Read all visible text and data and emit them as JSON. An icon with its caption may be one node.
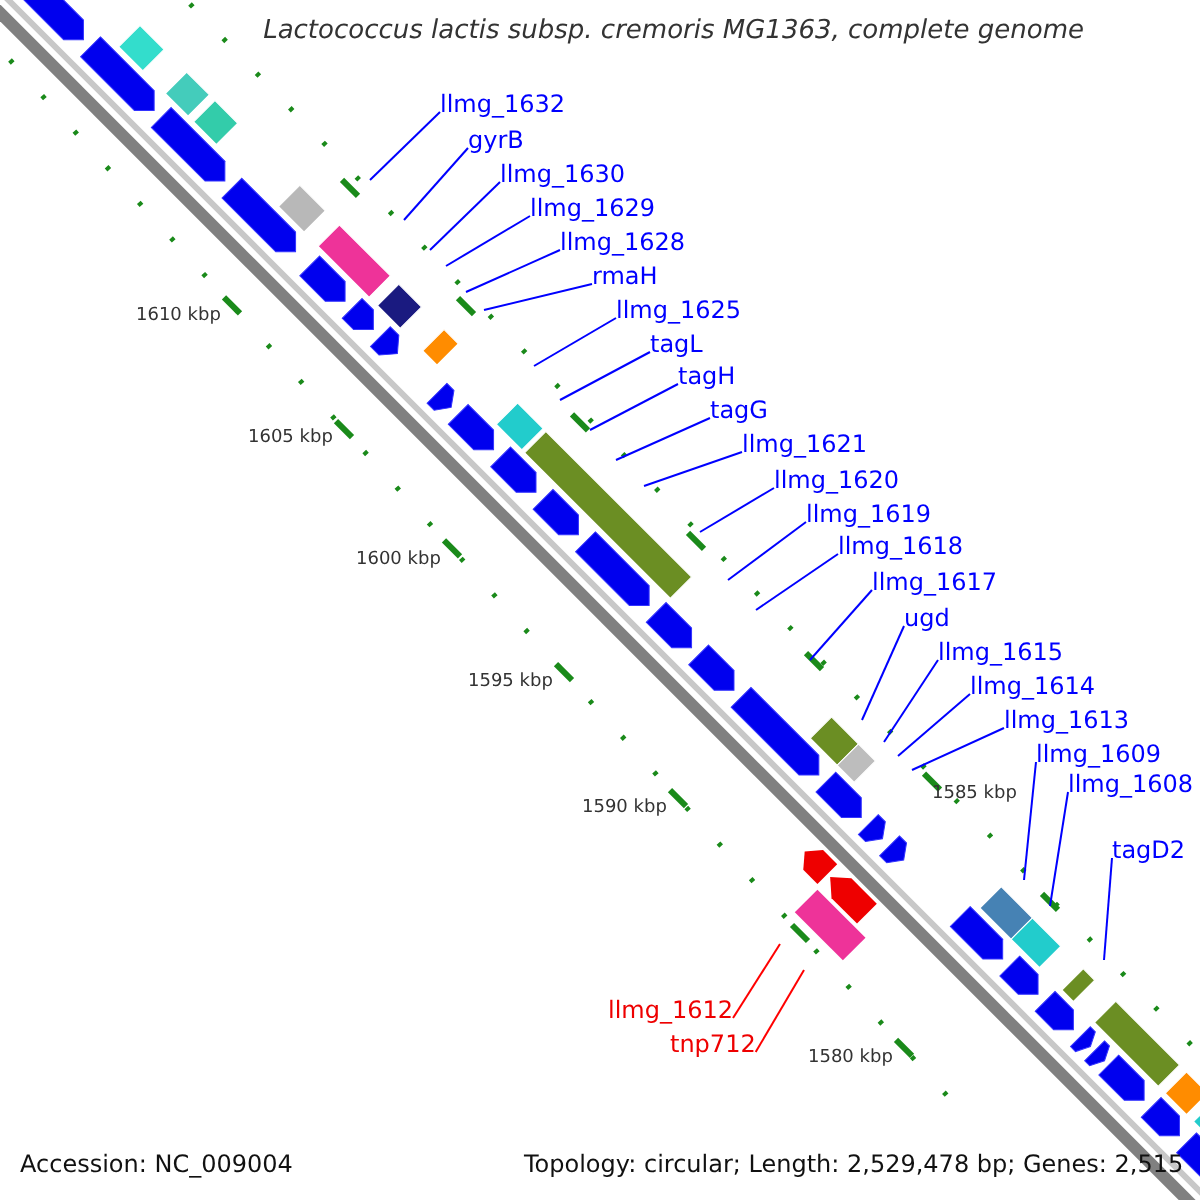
{
  "diagram": {
    "title": "Lactococcus lactis subsp. cremoris MG1363, complete genome",
    "nodes": [
      {
        "text": [
          "llmg_1632"
        ]
      },
      {
        "text": [
          "gyrB"
        ]
      },
      {
        "text": [
          "llmg_1630"
        ]
      },
      {
        "text": [
          "llmg_1629"
        ]
      },
      {
        "text": [
          "llmg_1628"
        ]
      },
      {
        "text": [
          "rmaH"
        ]
      },
      {
        "text": [
          "llmg_1625"
        ]
      },
      {
        "text": [
          "tagL"
        ]
      },
      {
        "text": [
          "tagH"
        ]
      },
      {
        "text": [
          "tagG"
        ]
      },
      {
        "text": [
          "llmg_1621"
        ]
      },
      {
        "text": [
          "llmg_1620"
        ]
      },
      {
        "text": [
          "llmg_1619"
        ]
      },
      {
        "text": [
          "llmg_1618"
        ]
      },
      {
        "text": [
          "llmg_1617"
        ]
      },
      {
        "text": [
          "ugd"
        ]
      },
      {
        "text": [
          "llmg_1615"
        ]
      },
      {
        "text": [
          "llmg_1614"
        ]
      },
      {
        "text": [
          "llmg_1613"
        ]
      },
      {
        "text": [
          "llmg_1609"
        ]
      },
      {
        "text": [
          "llmg_1608"
        ]
      },
      {
        "text": [
          "tagD2"
        ]
      },
      {
        "text": [
          "llmg_1612"
        ]
      },
      {
        "text": [
          "tnp712"
        ]
      }
    ],
    "edges": [
      {
        "from": 0,
        "to": null,
        "arrow": "none"
      },
      {
        "from": 1,
        "to": null,
        "arrow": "none"
      },
      {
        "from": 2,
        "to": null,
        "arrow": "none"
      },
      {
        "from": 3,
        "to": null,
        "arrow": "none"
      },
      {
        "from": 4,
        "to": null,
        "arrow": "none"
      },
      {
        "from": 5,
        "to": null,
        "arrow": "none"
      },
      {
        "from": 6,
        "to": null,
        "arrow": "none"
      },
      {
        "from": 7,
        "to": null,
        "arrow": "none"
      },
      {
        "from": 8,
        "to": null,
        "arrow": "none"
      },
      {
        "from": 9,
        "to": null,
        "arrow": "none"
      },
      {
        "from": 10,
        "to": null,
        "arrow": "none"
      },
      {
        "from": 11,
        "to": null,
        "arrow": "none"
      },
      {
        "from": 12,
        "to": null,
        "arrow": "none"
      },
      {
        "from": 13,
        "to": null,
        "arrow": "none"
      },
      {
        "from": 14,
        "to": null,
        "arrow": "none"
      },
      {
        "from": 15,
        "to": null,
        "arrow": "none"
      },
      {
        "from": 16,
        "to": null,
        "arrow": "none"
      },
      {
        "from": 17,
        "to": null,
        "arrow": "none"
      },
      {
        "from": 18,
        "to": null,
        "arrow": "none"
      },
      {
        "from": 19,
        "to": null,
        "arrow": "none"
      },
      {
        "from": 20,
        "to": null,
        "arrow": "none"
      },
      {
        "from": 21,
        "to": null,
        "arrow": "none"
      },
      {
        "from": 22,
        "to": null,
        "arrow": "none",
        "color": "#ff0000"
      },
      {
        "from": 23,
        "to": null,
        "arrow": "none",
        "color": "#ff0000"
      }
    ],
    "labels": [
      "1610 kbp",
      "1605 kbp",
      "1600 kbp",
      "1595 kbp",
      "1590 kbp",
      "1585 kbp",
      "1580 kbp",
      "Accession: NC_009004",
      "Topology: circular; Length: 2,529,478 bp; Genes: 2,515"
    ]
  }
}
